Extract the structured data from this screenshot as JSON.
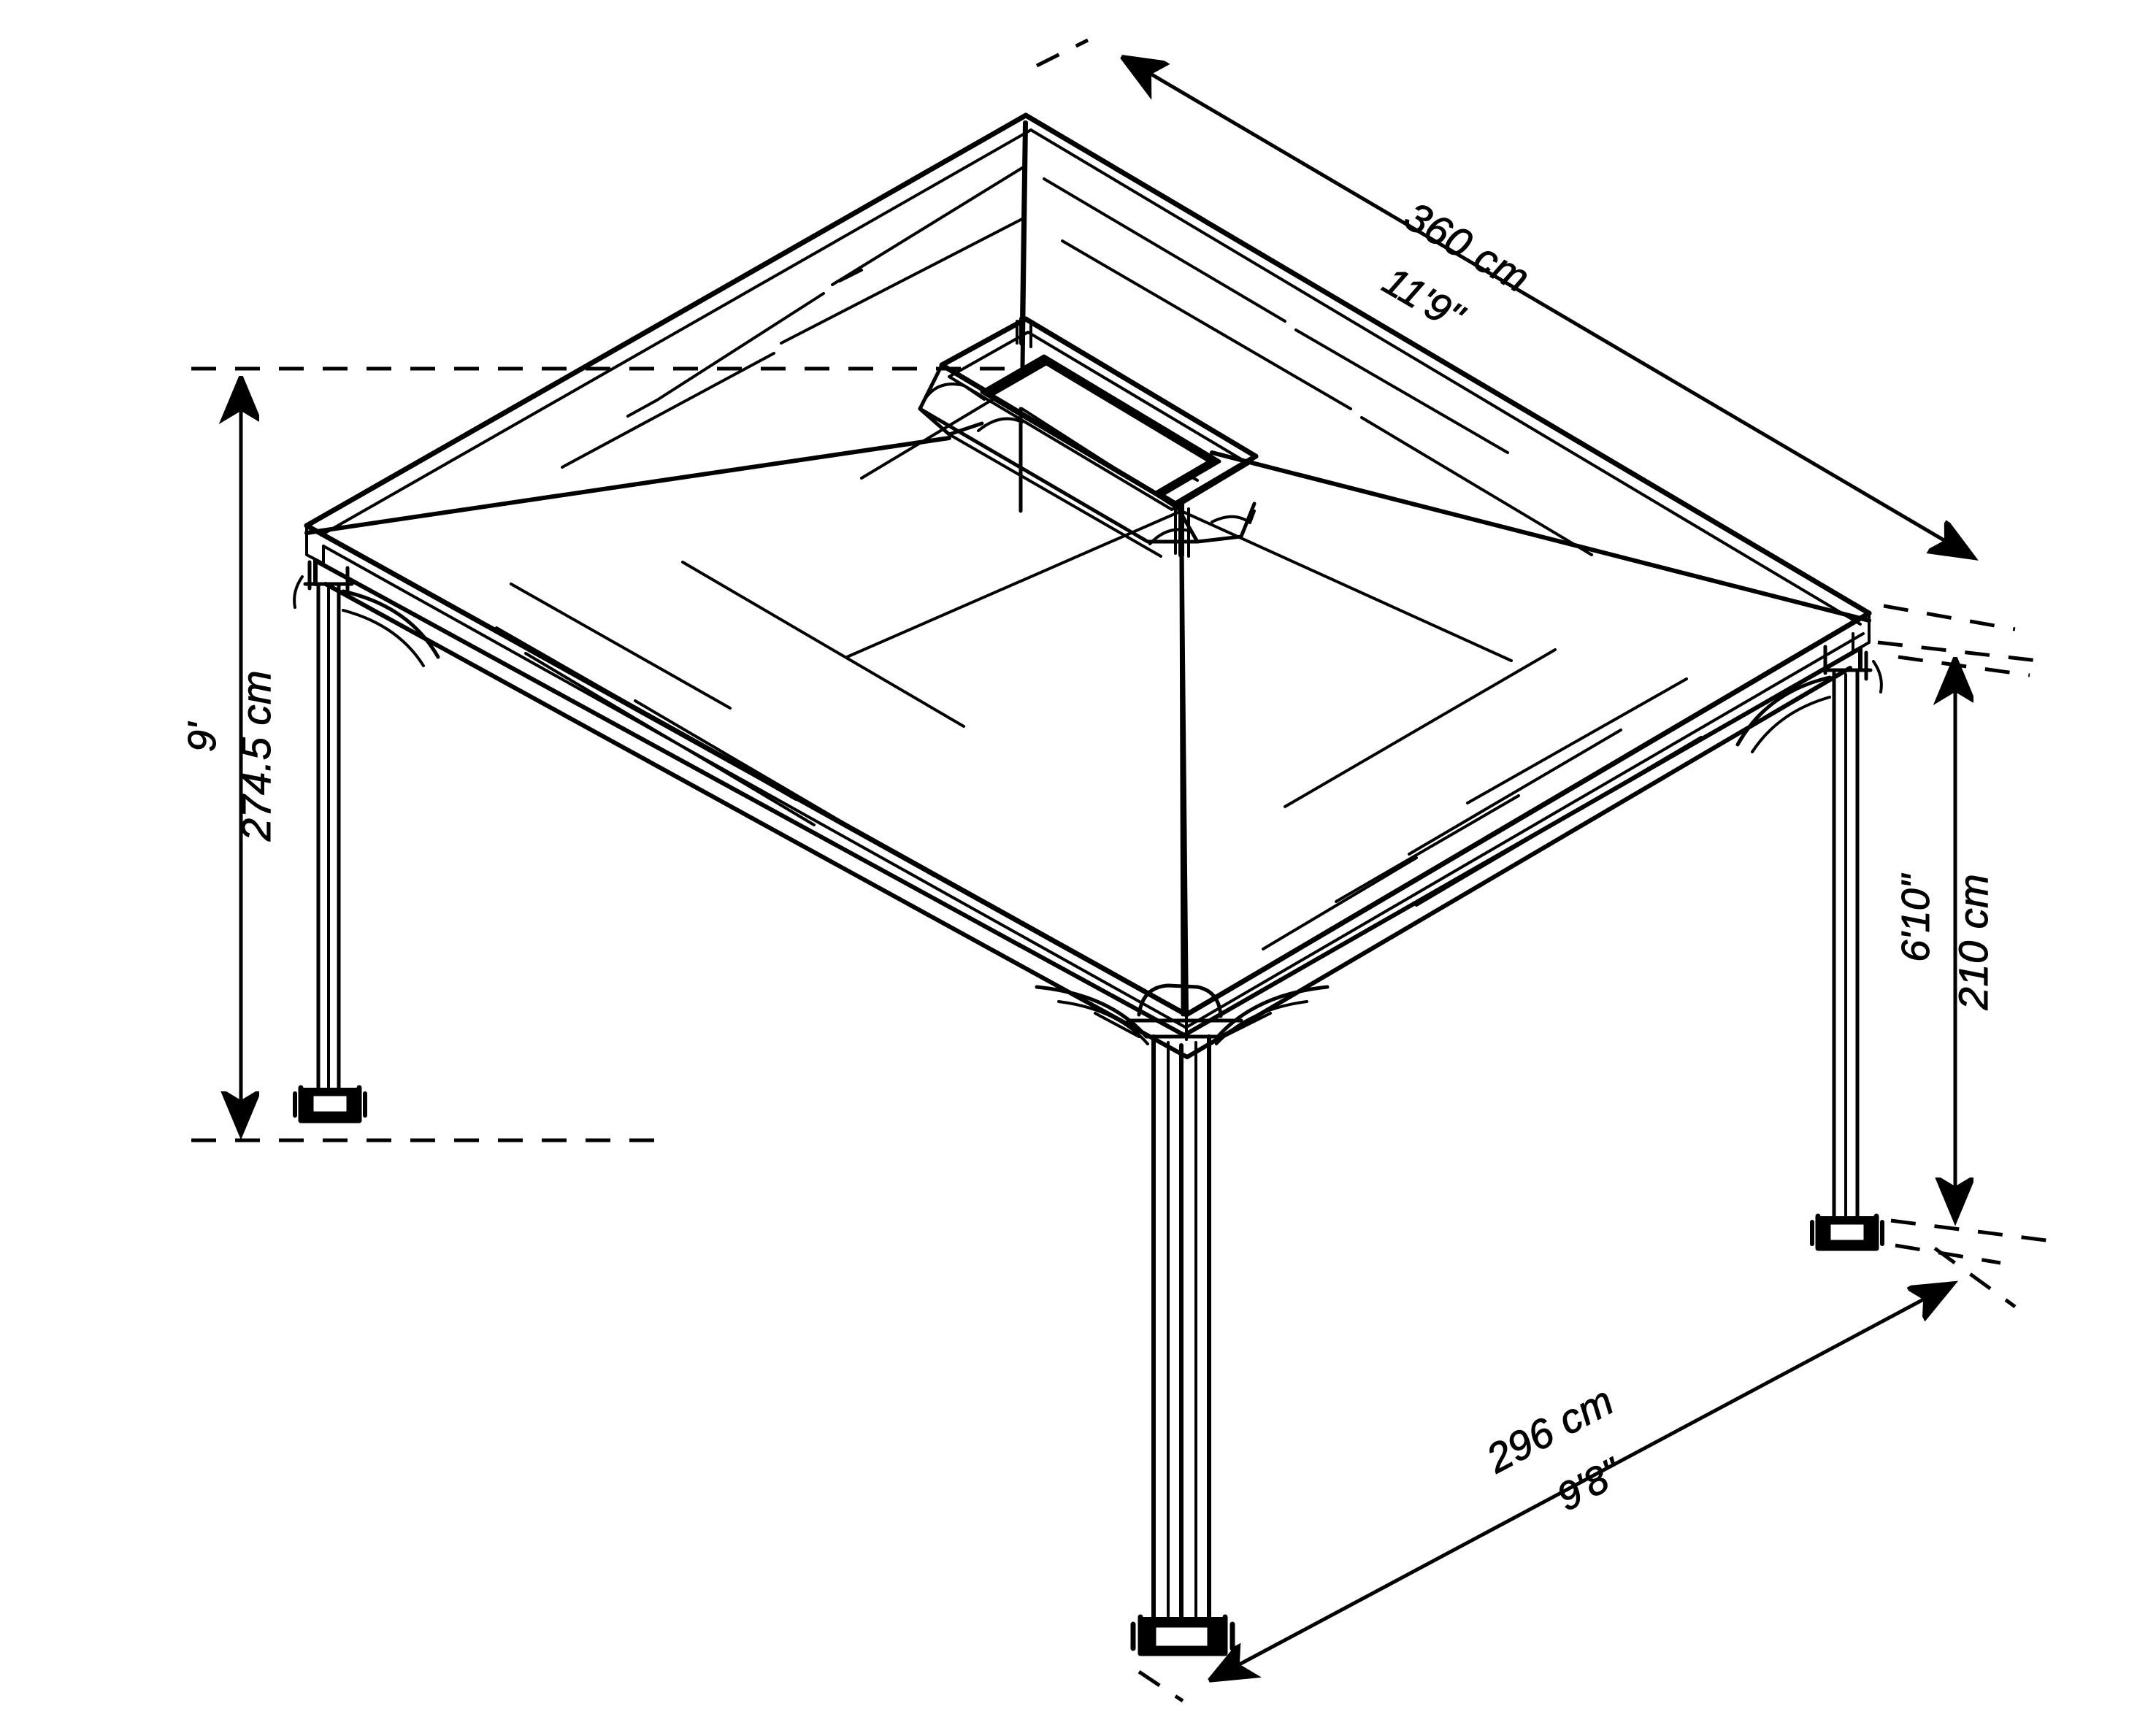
{
  "drawing": {
    "title": "Gazebo isometric dimension drawing",
    "subject": "square-roof-gazebo",
    "line_color": "#000000",
    "background_color": "#ffffff",
    "style": "technical-line-drawing"
  },
  "dimensions": {
    "roof_width": {
      "name": "roof-span-dimension",
      "metric": "360 cm",
      "imperial": "11'9\"",
      "position": "top-right",
      "orientation": "diagonal"
    },
    "overall_height": {
      "name": "overall-height-dimension",
      "metric": "274.5 cm",
      "imperial": "9'",
      "position": "left",
      "orientation": "vertical"
    },
    "clearance_height": {
      "name": "post-clearance-dimension",
      "metric": "210 cm",
      "imperial": "6'10\"",
      "position": "right",
      "orientation": "vertical"
    },
    "base_width": {
      "name": "post-footprint-dimension",
      "metric": "296 cm",
      "imperial": "9'8\"",
      "position": "bottom-right",
      "orientation": "diagonal"
    }
  },
  "components": {
    "roof": "hip-roof-panels",
    "vent": "roof-vent-cupola",
    "posts": "four-corner-posts",
    "brackets": "corner-gusset-brackets",
    "feet": "post-base-plates"
  }
}
